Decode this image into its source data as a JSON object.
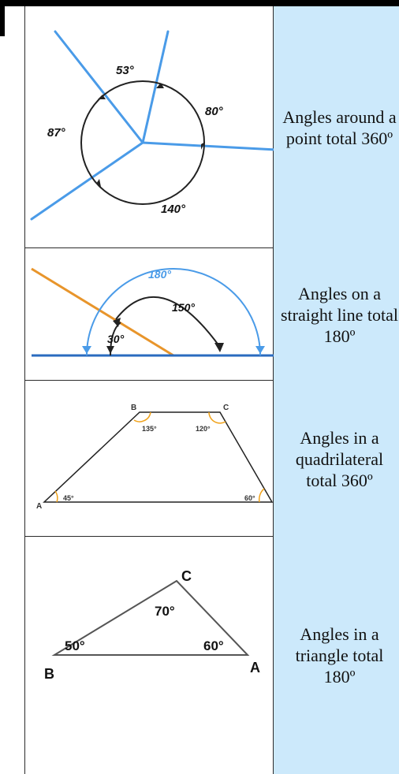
{
  "colors": {
    "cell_bg": "#cce9fb",
    "blue_line": "#4a9be8",
    "orange_line": "#e8952b",
    "dark_blue": "#2a6bbf",
    "arc_orange": "#f0a21a"
  },
  "rows": [
    {
      "caption": "Angles around a point total 360º",
      "angles": [
        "53°",
        "80°",
        "87°",
        "140°"
      ]
    },
    {
      "caption": "Angles on a straight line total 180º",
      "angles": [
        "180°",
        "150°",
        "30°"
      ]
    },
    {
      "caption": "Angles in a quadrilateral total 360º",
      "vertices": [
        "B",
        "C",
        "A"
      ],
      "angles": [
        "135°",
        "120°",
        "45°",
        "60°"
      ]
    },
    {
      "caption": "Angles in a triangle total 180º",
      "vertices": [
        "C",
        "B",
        "A"
      ],
      "angles": [
        "70°",
        "50°",
        "60°"
      ]
    }
  ]
}
